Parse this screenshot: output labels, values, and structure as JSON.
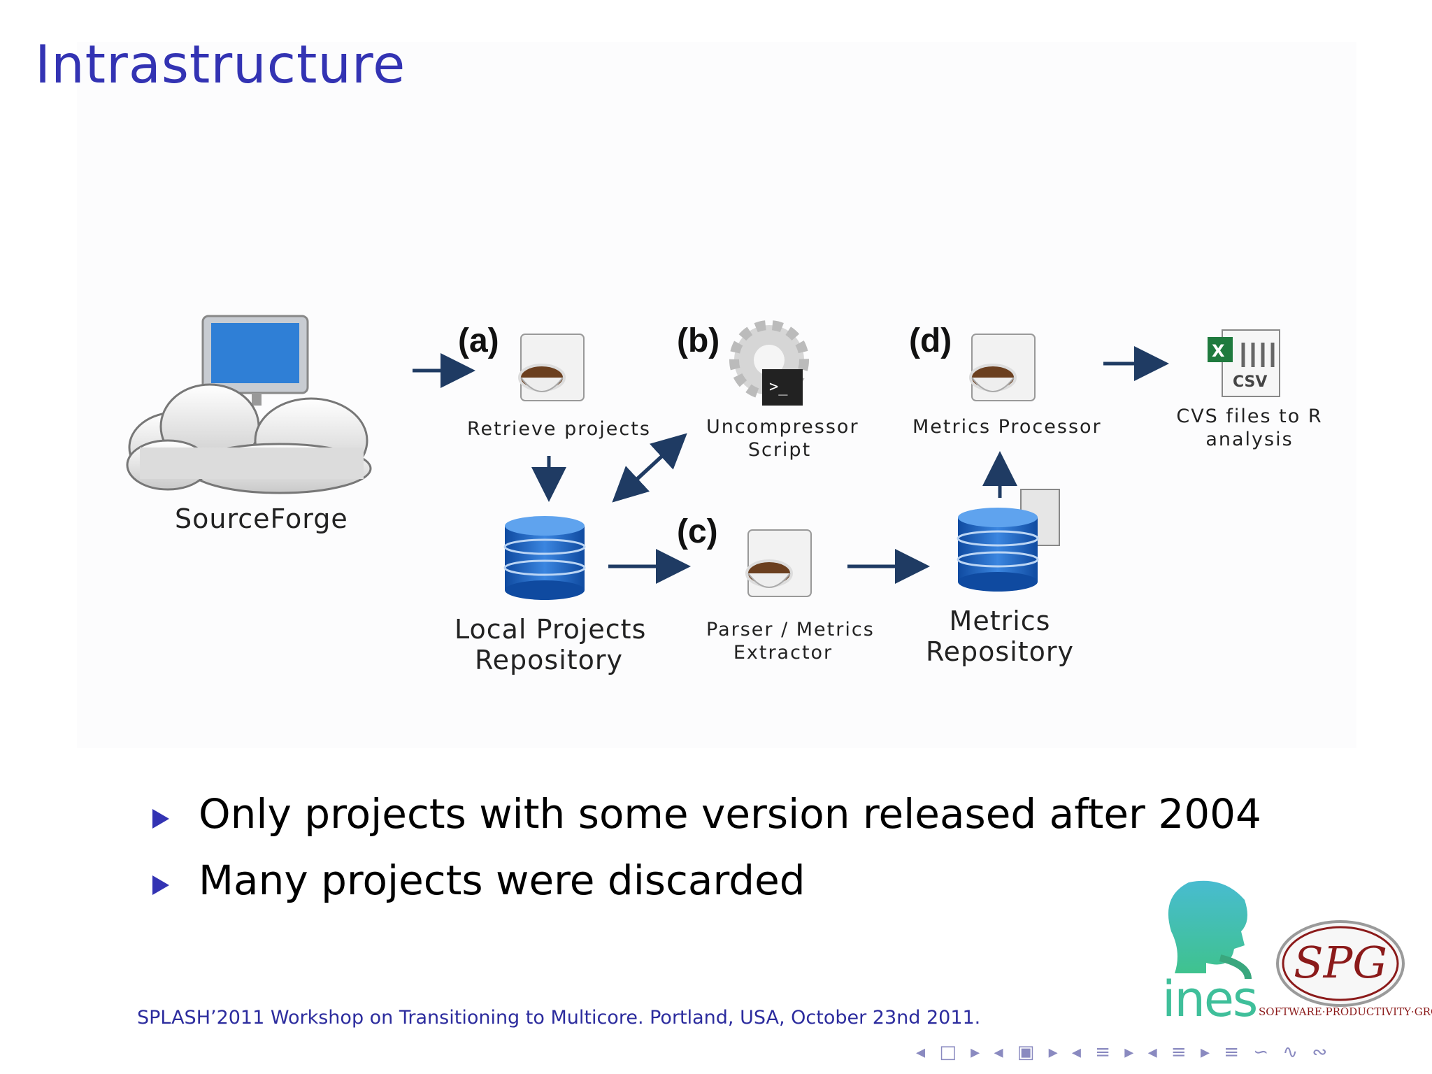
{
  "slide": {
    "title": "Intrastructure"
  },
  "diagram": {
    "sourceforge_label": "SourceForge",
    "step_a": {
      "tag": "(a)",
      "label": "Retrieve projects"
    },
    "step_b": {
      "tag": "(b)",
      "label_line1": "Uncompressor",
      "label_line2": "Script"
    },
    "step_c": {
      "tag": "(c)",
      "label_line1": "Parser / Metrics",
      "label_line2": "Extractor"
    },
    "step_d": {
      "tag": "(d)",
      "label": "Metrics Processor"
    },
    "local_repo": {
      "line1": "Local Projects",
      "line2": "Repository"
    },
    "metrics_repo": {
      "line1": "Metrics",
      "line2": "Repository"
    },
    "csv": {
      "icon_text": "CSV",
      "line1": "CVS files to R",
      "line2": "analysis"
    }
  },
  "bullets": [
    "Only projects with some version released after 2004",
    "Many projects were discarded"
  ],
  "footer": "SPLASH’2011 Workshop on Transitioning to Multicore. Portland, USA, October 23nd 2011.",
  "logos": {
    "ines": "ines",
    "spg": "SPG",
    "spg_subtitle": "SOFTWARE·PRODUCTIVITY·GROUP"
  },
  "nav_symbols": "◂ □ ▸ ◂ ▣ ▸ ◂ ≡ ▸ ◂ ≡ ▸ ≡ ∽ ∿ ∾",
  "colors": {
    "title": "#3333b3",
    "bullet": "#3333b3",
    "arrow": "#1f3b63",
    "database": "#1c5fb8"
  }
}
